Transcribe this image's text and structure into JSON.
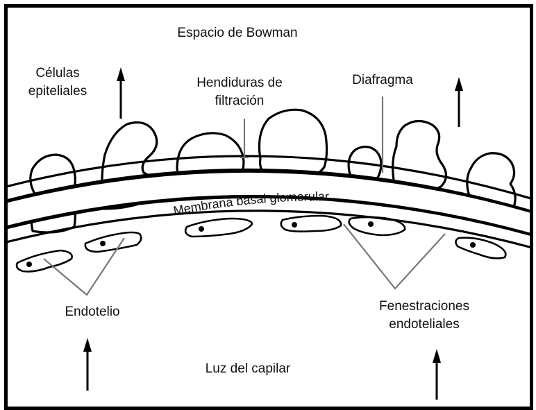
{
  "title": "Espacio de Bowman",
  "labels": {
    "epithelial_cells_line1": "Células",
    "epithelial_cells_line2": "epiteliales",
    "filtration_slits_line1": "Hendiduras de",
    "filtration_slits_line2": "filtración",
    "diaphragm": "Diafragma",
    "basement_membrane": "Membrana basal glomerular",
    "endothelium": "Endotelio",
    "fenestrations_line1": "Fenestraciones",
    "fenestrations_line2": "endoteliales",
    "capillary_lumen": "Luz del capilar"
  },
  "colors": {
    "stroke": "#000000",
    "leader": "#777777",
    "background": "#ffffff"
  }
}
